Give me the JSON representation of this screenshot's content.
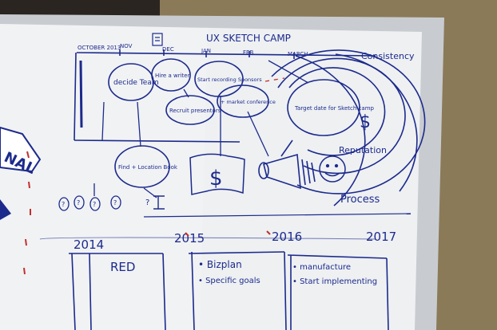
{
  "photo": {
    "title": "UX SKETCH CAMP",
    "months": [
      "OCTOBER 2013",
      "NOV",
      "DEC",
      "JAN",
      "FEB",
      "MARCH"
    ],
    "bubbles": {
      "decide_team": "decide Team",
      "hire_writer": "Hire a writer",
      "recruit_presenters": "Recruit presentors",
      "start_recording": "Start recording Sponsors",
      "market_conference": "+ market conference",
      "target_date": "Target date for Sketch camp",
      "find_location": "Find + Location Book"
    },
    "rings": [
      "Consistency",
      "Reputation",
      "Process"
    ],
    "years": [
      "2014",
      "2015",
      "2016",
      "2017"
    ],
    "year_notes": {
      "red": "RED",
      "bizplan": "• Bizplan",
      "specific_goals": "• Specific goals",
      "manufacture": "• manufacture",
      "start_implementing": "• Start implementing"
    },
    "left_fragment": "NAL"
  },
  "colors": {
    "marker": "#1c2a8c",
    "red_marker": "#c0302a",
    "wall": "#8a7a5a",
    "board": "#eef1f3",
    "frame": "#c9cdd2"
  }
}
